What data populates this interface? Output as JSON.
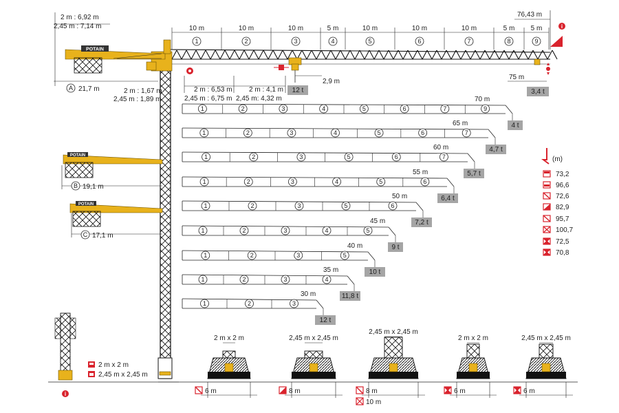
{
  "top_left": {
    "line1": "2 m : 6,92 m",
    "line2": "2,45 m : 7,14 m",
    "marker_A": "A",
    "dim_A": "21,7 m",
    "line_left1": "2 m : 1,67 m",
    "line_left2": "2,45 m : 1,89 m"
  },
  "top_mid": {
    "l1": "2 m : 6,53 m",
    "l2": "2,45 m : 6,75 m",
    "r1": "2 m : 4,1 m",
    "r2": "2,45 m: 4,32 m",
    "hook_dim": "2,9 m",
    "load_12t": "12 t"
  },
  "top_right": {
    "height": "76,43 m",
    "dist75": "75 m",
    "load": "3,4 t"
  },
  "jib_sections": [
    {
      "num": "1",
      "len": "10 m"
    },
    {
      "num": "2",
      "len": "10 m"
    },
    {
      "num": "3",
      "len": "10 m"
    },
    {
      "num": "4",
      "len": "5 m"
    },
    {
      "num": "5",
      "len": "10 m"
    },
    {
      "num": "6",
      "len": "10 m"
    },
    {
      "num": "7",
      "len": "10 m"
    },
    {
      "num": "8",
      "len": "5 m"
    },
    {
      "num": "9",
      "len": "5 m"
    }
  ],
  "configs": [
    {
      "length": "70 m",
      "load": "4 t",
      "sections": [
        "1",
        "2",
        "3",
        "4",
        "5",
        "6",
        "7",
        "9"
      ]
    },
    {
      "length": "65 m",
      "load": "4,7 t",
      "sections": [
        "1",
        "2",
        "3",
        "4",
        "5",
        "6",
        "7"
      ]
    },
    {
      "length": "60 m",
      "load": "5,7 t",
      "sections": [
        "1",
        "2",
        "3",
        "5",
        "6",
        "7"
      ]
    },
    {
      "length": "55 m",
      "load": "6,4 t",
      "sections": [
        "1",
        "2",
        "3",
        "4",
        "5",
        "6"
      ]
    },
    {
      "length": "50 m",
      "load": "7,2 t",
      "sections": [
        "1",
        "2",
        "3",
        "5",
        "6"
      ]
    },
    {
      "length": "45 m",
      "load": "9 t",
      "sections": [
        "1",
        "2",
        "3",
        "4",
        "5"
      ]
    },
    {
      "length": "40 m",
      "load": "10 t",
      "sections": [
        "1",
        "2",
        "3",
        "5"
      ]
    },
    {
      "length": "35 m",
      "load": "11,8 t",
      "sections": [
        "1",
        "2",
        "3",
        "4"
      ]
    },
    {
      "length": "30 m",
      "load": "12 t",
      "sections": [
        "1",
        "2",
        "3"
      ]
    }
  ],
  "counterjibs": [
    {
      "marker": "B",
      "dim": "19,1 m"
    },
    {
      "marker": "C",
      "dim": "17,1 m"
    }
  ],
  "logo_text": "POTAIN",
  "legend": {
    "unit": "(m)",
    "heights": [
      "73,2",
      "96,6",
      "72,6",
      "82,9",
      "95,7",
      "100,7",
      "72,5",
      "70,8"
    ]
  },
  "mast_legend": [
    "2 m x 2 m",
    "2,45 m x 2,45 m"
  ],
  "bases": [
    {
      "top": "2 m x 2 m",
      "bottom": [
        "6 m"
      ]
    },
    {
      "top": "2,45 m x 2,45 m",
      "bottom": [
        "8 m"
      ]
    },
    {
      "top": "2,45 m x 2,45 m",
      "bottom": [
        "8 m",
        "10 m"
      ]
    },
    {
      "top": "2 m x 2 m",
      "bottom": [
        "6 m"
      ]
    },
    {
      "top": "2,45 m x 2,45 m",
      "bottom": [
        "6 m"
      ]
    }
  ],
  "colors": {
    "crane_yellow": "#e8b21c",
    "load_box": "#a5a5a5",
    "accent_red": "#d9232d"
  }
}
